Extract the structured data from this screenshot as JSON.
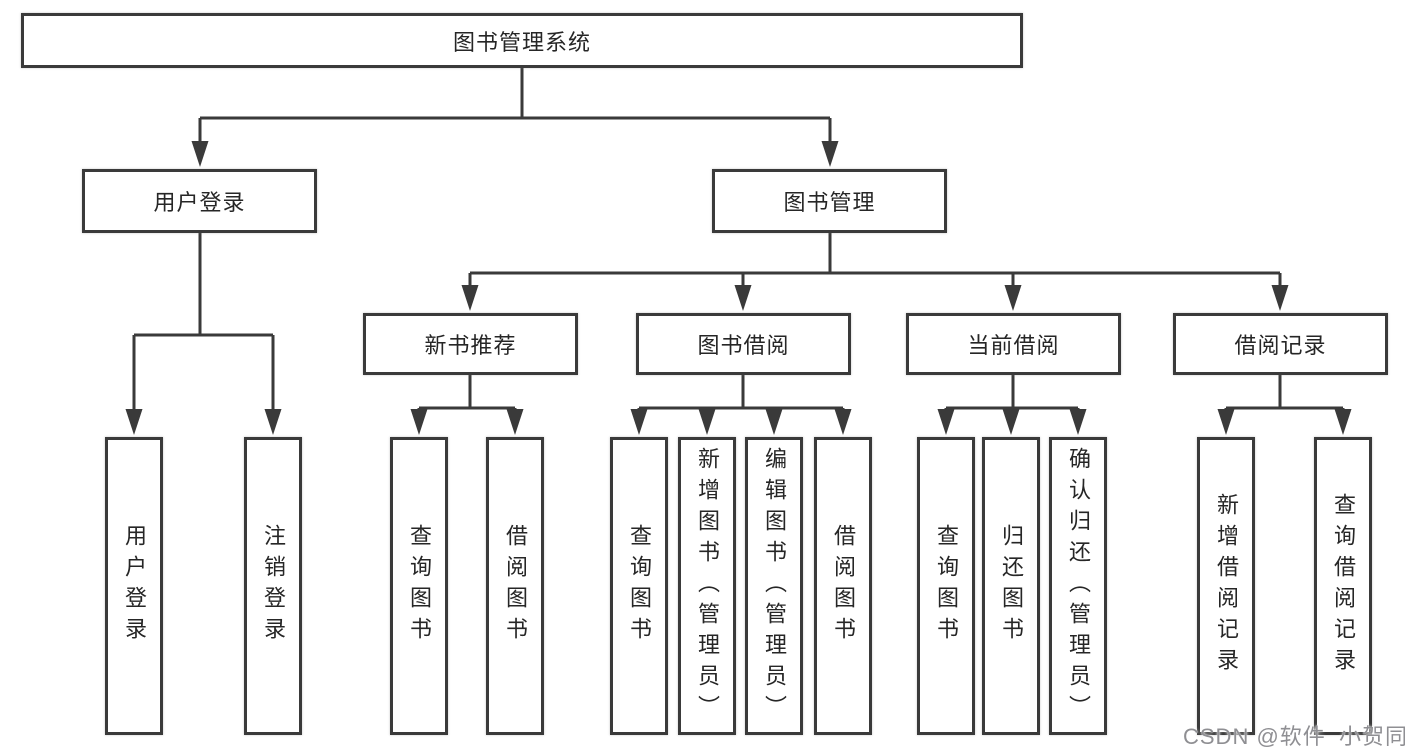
{
  "tree": {
    "root": {
      "label": "图书管理系统"
    },
    "branches": [
      {
        "label": "用户登录",
        "children": [
          "用户登录",
          "注销登录"
        ]
      },
      {
        "label": "图书管理",
        "sections": [
          {
            "label": "新书推荐",
            "children": [
              "查询图书",
              "借阅图书"
            ]
          },
          {
            "label": "图书借阅",
            "children": [
              "查询图书",
              "新增图书（管理员）",
              "编辑图书（管理员）",
              "借阅图书"
            ]
          },
          {
            "label": "当前借阅",
            "children": [
              "查询图书",
              "归还图书",
              "确认归还（管理员）"
            ]
          },
          {
            "label": "借阅记录",
            "children": [
              "新增借阅记录",
              "查询借阅记录"
            ]
          }
        ]
      }
    ]
  },
  "watermark": "CSDN @软件_小贺同学",
  "colors": {
    "line": "#3a3a3a",
    "text": "#262626",
    "watermark": "#8f8f93",
    "background": "#ffffff"
  }
}
